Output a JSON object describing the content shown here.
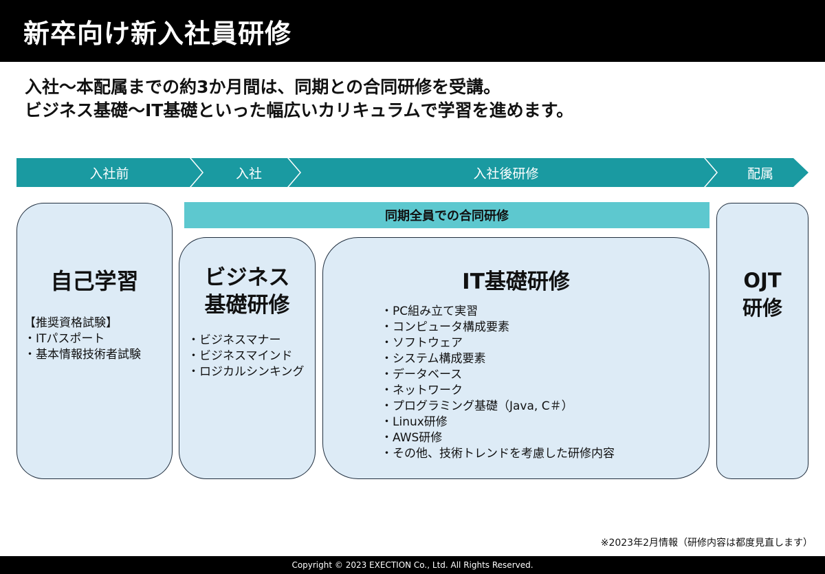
{
  "header": {
    "title": "新卒向け新入社員研修"
  },
  "intro": {
    "line1": "入社〜本配属までの約3か月間は、同期との合同研修を受講。",
    "line2": "ビジネス基礎〜IT基礎といった幅広いカリキュラムで学習を進めます。"
  },
  "timeline": {
    "phases": [
      "入社前",
      "入社",
      "入社後研修",
      "配属"
    ]
  },
  "common_training": {
    "label": "同期全員での合同研修"
  },
  "colors": {
    "timeline": "#1a9aa1",
    "band": "#5dc8cf",
    "box_fill": "#ddebf6",
    "box_border": "#1f2d3d"
  },
  "boxes": {
    "self_study": {
      "title": "自己学習",
      "subheading": "【推奨資格試験】",
      "items": [
        "・ITパスポート",
        "・基本情報技術者試験"
      ]
    },
    "business": {
      "title_line1": "ビジネス",
      "title_line2": "基礎研修",
      "items": [
        "・ビジネスマナー",
        "・ビジネスマインド",
        "・ロジカルシンキング"
      ]
    },
    "it": {
      "title": "IT基礎研修",
      "items": [
        "・PC組み立て実習",
        "・コンピュータ構成要素",
        "・ソフトウェア",
        "・システム構成要素",
        "・データベース",
        "・ネットワーク",
        "・プログラミング基礎（Java, C＃）",
        "・Linux研修",
        "・AWS研修",
        "・その他、技術トレンドを考慮した研修内容"
      ]
    },
    "ojt": {
      "title_line1": "OJT",
      "title_line2": "研修"
    }
  },
  "footnote": "※2023年2月情報（研修内容は都度見直します）",
  "footer": {
    "copyright": "Copyright © 2023 EXECTION Co., Ltd. All Rights Reserved."
  }
}
